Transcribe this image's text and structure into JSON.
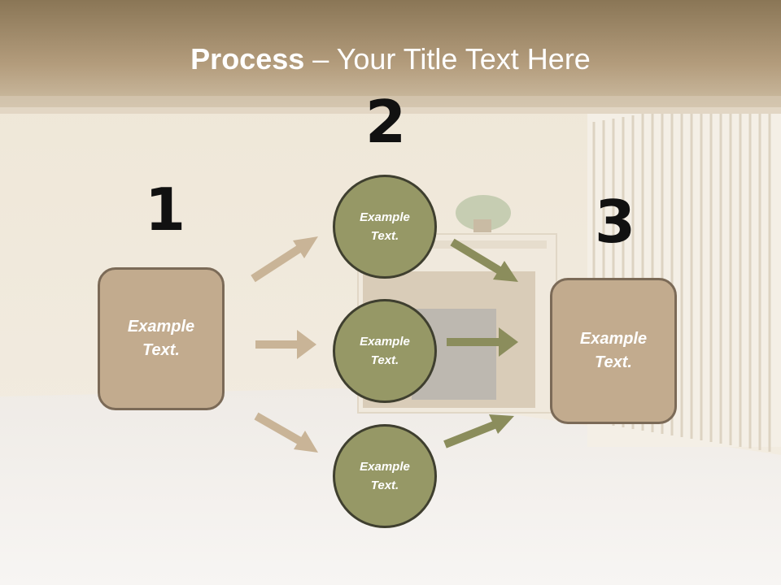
{
  "title": {
    "bold": "Process",
    "rest": " – Your Title Text Here"
  },
  "steps": {
    "one": "1",
    "two": "2",
    "three": "3"
  },
  "left_box": {
    "line1": "Example",
    "line2": "Text."
  },
  "right_box": {
    "line1": "Example",
    "line2": "Text."
  },
  "circles": [
    {
      "line1": "Example",
      "line2": "Text."
    },
    {
      "line1": "Example",
      "line2": "Text."
    },
    {
      "line1": "Example",
      "line2": "Text."
    }
  ],
  "colors": {
    "tan_arrow": "#c9b497",
    "olive_arrow": "#8b8d5c",
    "box_fill": "#c2ab8e",
    "circle_fill": "#969866",
    "header_band": "#9c8464"
  }
}
